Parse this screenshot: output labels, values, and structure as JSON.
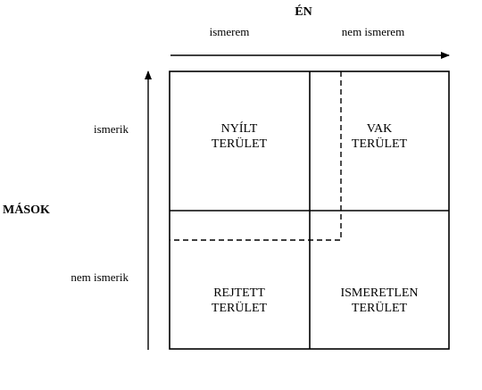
{
  "titles": {
    "self": "ÉN",
    "others": "MÁSOK"
  },
  "columns": {
    "known": "ismerem",
    "unknown": "nem ismerem"
  },
  "rows": {
    "known": "ismerik",
    "unknown": "nem ismerik"
  },
  "quadrants": {
    "open": [
      "NYÍLT",
      "TERÜLET"
    ],
    "blind": [
      "VAK",
      "TERÜLET"
    ],
    "hidden": [
      "REJTETT",
      "TERÜLET"
    ],
    "unknown": [
      "ISMERETLEN",
      "TERÜLET"
    ]
  },
  "colors": {
    "line": "#000000",
    "background": "#ffffff"
  }
}
